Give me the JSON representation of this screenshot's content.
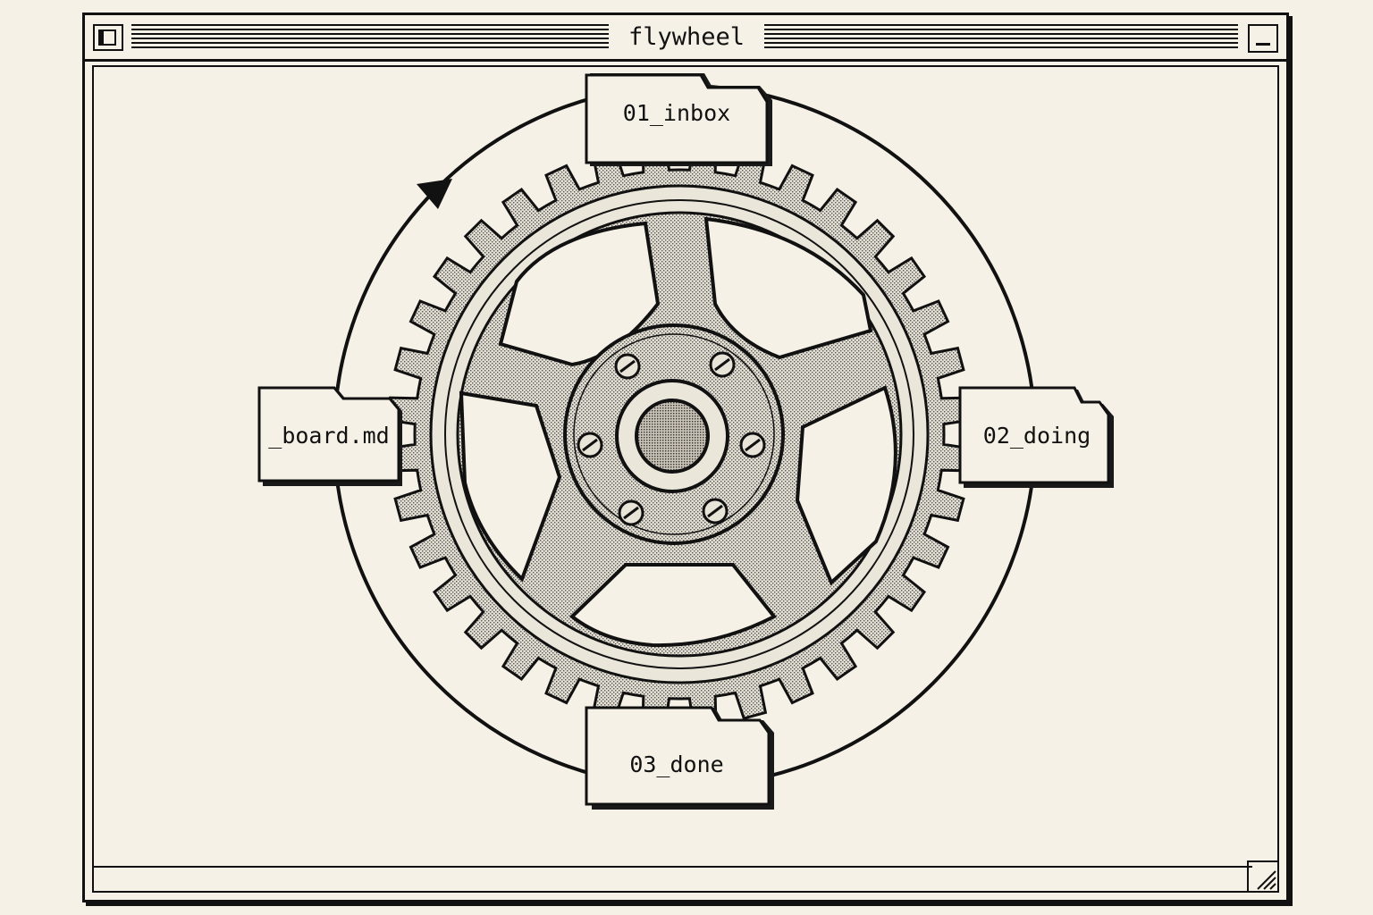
{
  "window": {
    "title": "flywheel"
  },
  "folders": {
    "top": "01_inbox",
    "right": "02_doing",
    "bottom": "03_done",
    "left": "_board.md"
  },
  "icons": {
    "close": "close-box-icon",
    "collapse": "collapse-box-icon",
    "resize": "resize-grip-icon",
    "cycle_arrow": "cycle-arrow-icon",
    "gear": "gear-icon"
  },
  "colors": {
    "background": "#f6f1e6",
    "ink": "#111111",
    "gear_fill": "#d9d4c8"
  }
}
